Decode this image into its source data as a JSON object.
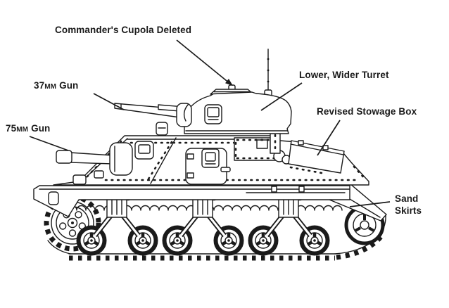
{
  "figure": {
    "subject": "tank-side-view-line-drawing"
  },
  "callouts": {
    "cupola": {
      "label": "Commander's Cupola Deleted"
    },
    "turret": {
      "label": "Lower, Wider Turret"
    },
    "gun37": {
      "value": "37",
      "unit": "MM",
      "suffix": "Gun"
    },
    "gun75": {
      "value": "75",
      "unit": "MM",
      "suffix": "Gun"
    },
    "stowage": {
      "label": "Revised Stowage Box"
    },
    "skirts": {
      "label": "Sand Skirts"
    }
  },
  "colors": {
    "ink": "#1a1a1a",
    "background": "#ffffff"
  }
}
